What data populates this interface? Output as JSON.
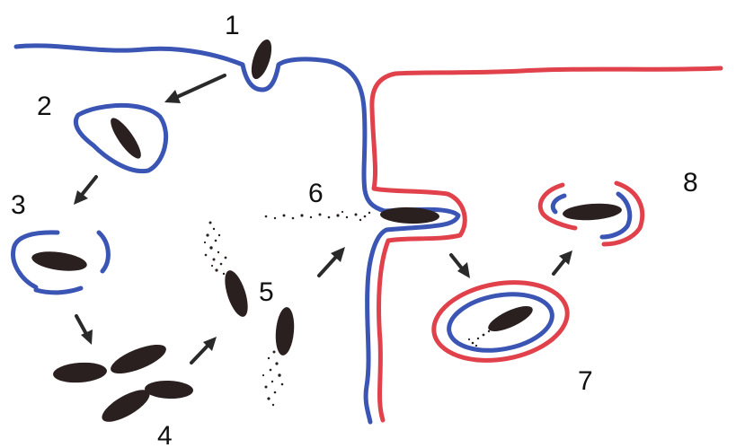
{
  "diagram": {
    "colors": {
      "host_cell_1_membrane": "#3a55b4",
      "host_cell_2_membrane": "#e0414b",
      "bacterium": "#2a201f",
      "arrow": "#2a2a2a",
      "background": "#ffffff"
    },
    "step_labels": {
      "s1": "1",
      "s2": "2",
      "s3": "3",
      "s4": "4",
      "s5": "5",
      "s6": "6",
      "s7": "7",
      "s8": "8"
    }
  }
}
